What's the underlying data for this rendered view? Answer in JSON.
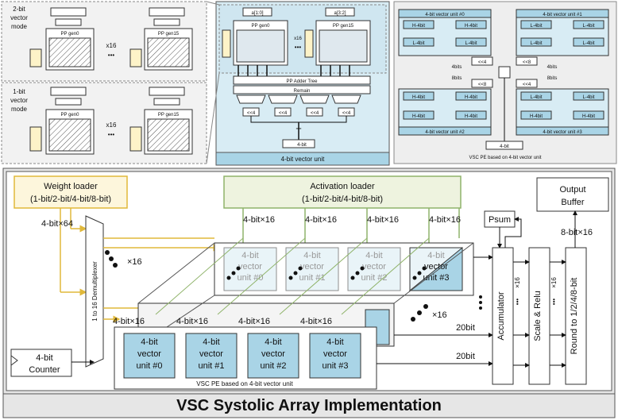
{
  "top": {
    "mode2_label": "2-bit vector mode",
    "mode2_line1": "2-bit",
    "mode2_line2": "vector",
    "mode2_line3": "mode",
    "mode1_line1": "1-bit",
    "mode1_line2": "vector",
    "mode1_line3": "mode",
    "slice_a": "a[3:2]",
    "slice_b": "a[1:0]",
    "pp_gen0": "PP gen0",
    "pp_gen15": "PP gen15",
    "x16": "x16",
    "dots": "•••",
    "pp_adder": "PP Adder Tree",
    "remain": "Remain",
    "shift4": "<<4",
    "out_bits": "4-bit",
    "vector_unit_title": "4-bit vector unit",
    "vsc_pe_title": "VSC PE based on 4-bit vector unit",
    "vec_unit_0": "4-bit vector unit #0",
    "vec_unit_1": "4-bit vector unit #1",
    "vec_unit_2": "4-bit vector unit #2",
    "vec_unit_3": "4-bit vector unit #3",
    "hi": "H-4bit",
    "lo": "L-4bit",
    "bits4": "4bits",
    "bits8": "8bits",
    "shl4": "<<4",
    "shl8": "<<8"
  },
  "main": {
    "weight_loader_line1": "Weight loader",
    "weight_loader_line2": "(1-bit/2-bit/4-bit/8-bit)",
    "activation_loader_line1": "Activation loader",
    "activation_loader_line2": "(1-bit/2-bit/4-bit/8-bit)",
    "output_buffer_line1": "Output",
    "output_buffer_line2": "Buffer",
    "weight_bus": "4-bit×64",
    "act_bus": "4-bit×16",
    "demux": "1 to 16 Demultiplexer",
    "x16": "×16",
    "counter_line1": "4-bit",
    "counter_line2": "Counter",
    "psum": "Psum",
    "accumulator": "Accumulator",
    "scale_relu": "Scale & Relu",
    "round": "Round to 1/2/4/8-bit",
    "bits20": "20bit",
    "out_bus": "8-bit×16",
    "vu0_1": "4-bit",
    "vu0_2": "vector",
    "vu0_3": "unit #0",
    "vu1_1": "4-bit",
    "vu1_2": "vector",
    "vu1_3": "unit #1",
    "vu2_1": "4-bit",
    "vu2_2": "vector",
    "vu2_3": "unit #2",
    "vu3_1": "4-bit",
    "vu3_2": "vector",
    "vu3_3": "unit #3",
    "pe_caption": "VSC PE based on 4-bit vector unit",
    "bottom_title": "VSC Systolic Array Implementation"
  },
  "colors": {
    "yellow_fill": "#fdf6dc",
    "yellow_stroke": "#e0b83a",
    "green_fill": "#eef3df",
    "green_stroke": "#8fb36a",
    "blue_fill": "#a9d4e6",
    "blue_light": "#d8ecf4",
    "gray_bg": "#e6e6e6"
  }
}
